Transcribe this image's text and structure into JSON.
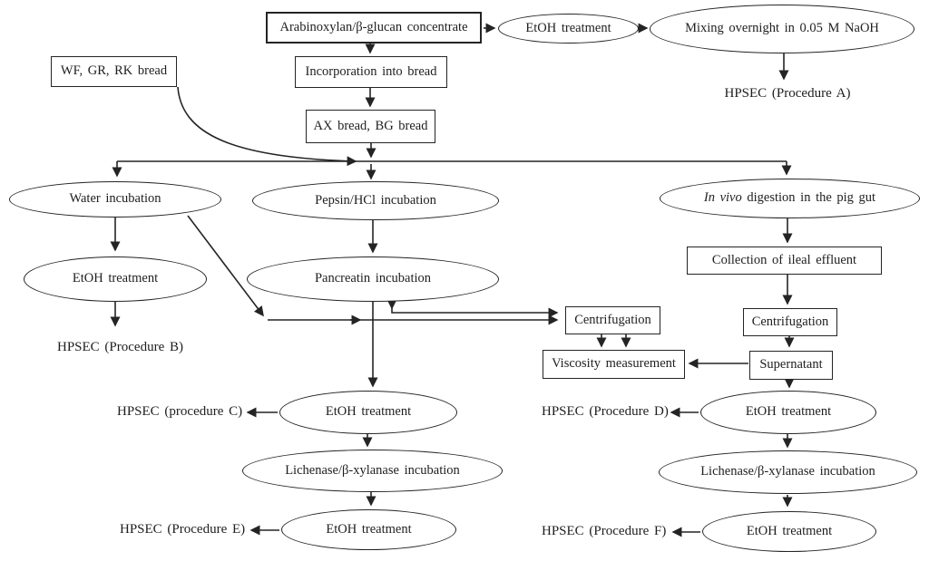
{
  "diagram": {
    "title": "Sample treatment flowchart for arabinoxylan/beta-glucan bread study",
    "ink_color": "#242424",
    "background_color": "#ffffff",
    "nodes": {
      "concentrate": {
        "label": "Arabinoxylan/β-glucan concentrate",
        "shape": "rect"
      },
      "etoh_top": {
        "label": "EtOH treatment",
        "shape": "ellipse"
      },
      "mixing": {
        "label": "Mixing overnight in 0.05 M NaOH",
        "shape": "ellipse"
      },
      "incorporation": {
        "label": "Incorporation into bread",
        "shape": "rect"
      },
      "ax_bread": {
        "label": "AX bread, BG bread",
        "shape": "rect"
      },
      "wf_bread": {
        "label": "WF, GR, RK bread",
        "shape": "rect"
      },
      "water": {
        "label": "Water incubation",
        "shape": "ellipse"
      },
      "pepsin": {
        "label": "Pepsin/HCl incubation",
        "shape": "ellipse"
      },
      "invivo": {
        "label_italic": "In vivo",
        "label_rest": " digestion in the pig gut",
        "shape": "ellipse"
      },
      "etoh_b": {
        "label": "EtOH treatment",
        "shape": "ellipse"
      },
      "pancreatin": {
        "label": "Pancreatin incubation",
        "shape": "ellipse"
      },
      "collection": {
        "label": "Collection of ileal effluent",
        "shape": "rect"
      },
      "centrifugation_mid": {
        "label": "Centrifugation",
        "shape": "rect"
      },
      "viscosity": {
        "label": "Viscosity measurement",
        "shape": "rect"
      },
      "centrifugation_right": {
        "label": "Centrifugation",
        "shape": "rect"
      },
      "supernatant": {
        "label": "Supernatant",
        "shape": "rect"
      },
      "etoh_c": {
        "label": "EtOH treatment",
        "shape": "ellipse"
      },
      "lichenase_mid": {
        "label": "Lichenase/β-xylanase incubation",
        "shape": "ellipse"
      },
      "etoh_e": {
        "label": "EtOH treatment",
        "shape": "ellipse"
      },
      "etoh_d": {
        "label": "EtOH treatment",
        "shape": "ellipse"
      },
      "lichenase_right": {
        "label": "Lichenase/β-xylanase incubation",
        "shape": "ellipse"
      },
      "etoh_f": {
        "label": "EtOH treatment",
        "shape": "ellipse"
      }
    },
    "labels": {
      "hpsec_a": "HPSEC (Procedure A)",
      "hpsec_b": "HPSEC (Procedure B)",
      "hpsec_c": "HPSEC (procedure C)",
      "hpsec_d": "HPSEC (Procedure D)",
      "hpsec_e": "HPSEC (Procedure E)",
      "hpsec_f": "HPSEC (Procedure F)"
    }
  }
}
